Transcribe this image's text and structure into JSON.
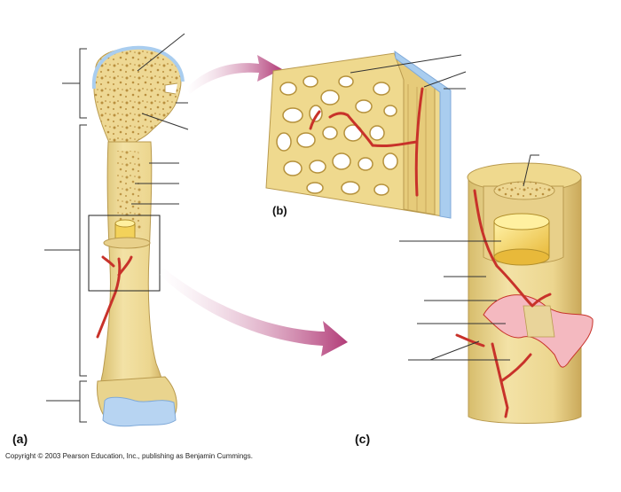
{
  "panels": {
    "a": "(a)",
    "b": "(b)",
    "c": "(c)"
  },
  "copyright": "Copyright © 2003 Pearson Education, Inc., publishing as Benjamin Cummings.",
  "colors": {
    "bone": "#efdb9a",
    "bone_shade": "#d9bf6e",
    "cartilage": "#a9cdef",
    "vessel": "#c8322a",
    "arrow": "#b0407a",
    "line": "#333333",
    "yellow_marrow": "#f3d25a"
  }
}
